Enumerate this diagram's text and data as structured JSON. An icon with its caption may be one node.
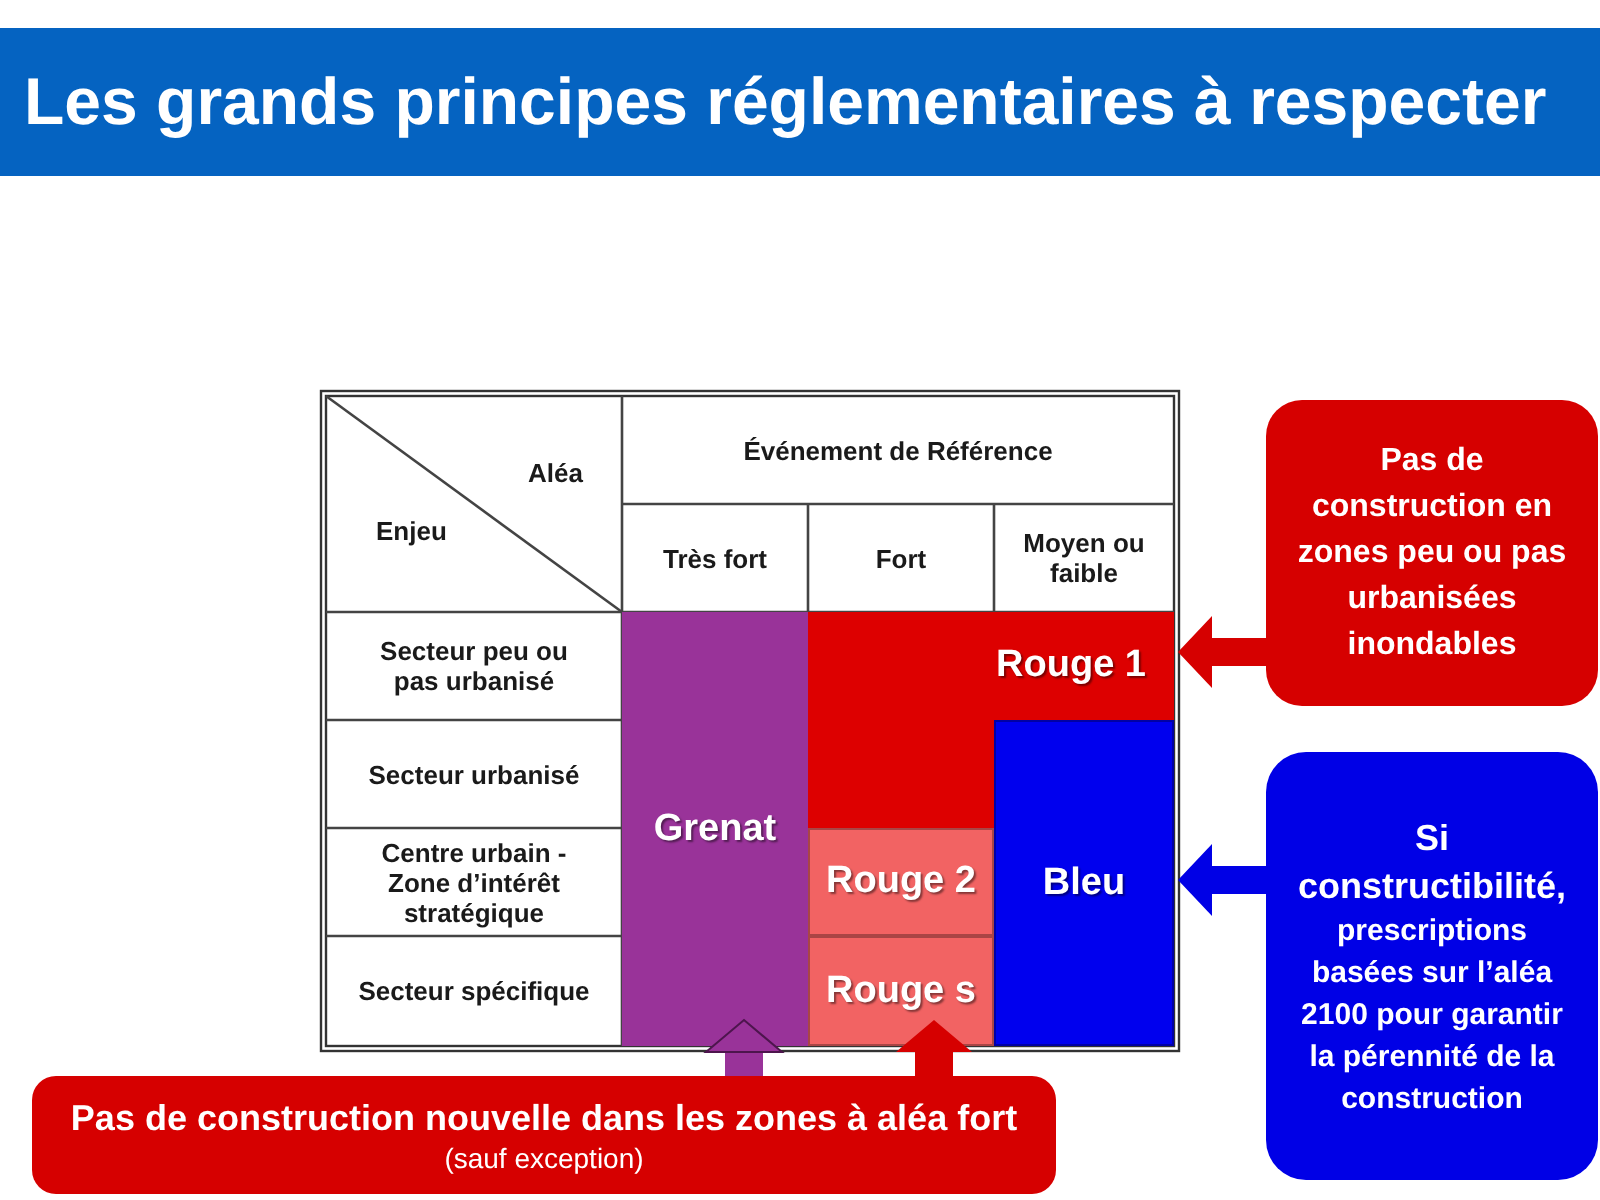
{
  "diagram": {
    "title": "Les grands principes réglementaires à respecter",
    "nodes": [
      {
        "text": [
          "Aléa",
          "Enjeu"
        ]
      },
      {
        "text": [
          "Événement de Référence"
        ]
      },
      {
        "text": [
          "Très fort"
        ]
      },
      {
        "text": [
          "Fort"
        ]
      },
      {
        "text": [
          "Moyen ou faible"
        ]
      },
      {
        "text": [
          "Secteur peu ou pas urbanisé"
        ]
      },
      {
        "text": [
          "Grenat"
        ]
      },
      {
        "text": [
          "Rouge 1"
        ]
      },
      {
        "text": [
          "Secteur urbanisé"
        ]
      },
      {
        "text": [
          "Bleu"
        ]
      },
      {
        "text": [
          "Centre urbain - Zone d’intérêt stratégique"
        ]
      },
      {
        "text": [
          "Rouge 2"
        ]
      },
      {
        "text": [
          "Secteur spécifique"
        ]
      },
      {
        "text": [
          "Rouge s"
        ]
      },
      {
        "text": [
          "Pas de construction en zones peu ou pas urbanisées inondables"
        ]
      },
      {
        "text": [
          "Si constructibilité,",
          "prescriptions basées sur l’aléa 2100 pour garantir la pérennité de la construction"
        ]
      },
      {
        "text": [
          "Pas de construction nouvelle dans les zones à aléa fort",
          "(sauf exception)"
        ]
      }
    ],
    "edges": [
      {
        "from": 14,
        "to": 7,
        "arrow": "to"
      },
      {
        "from": 15,
        "to": 9,
        "arrow": "to",
        "color": "#0000e6"
      },
      {
        "from": 16,
        "to": 6,
        "arrow": "to",
        "color": "#993399"
      },
      {
        "from": 16,
        "to": 13,
        "arrow": "to"
      }
    ]
  }
}
